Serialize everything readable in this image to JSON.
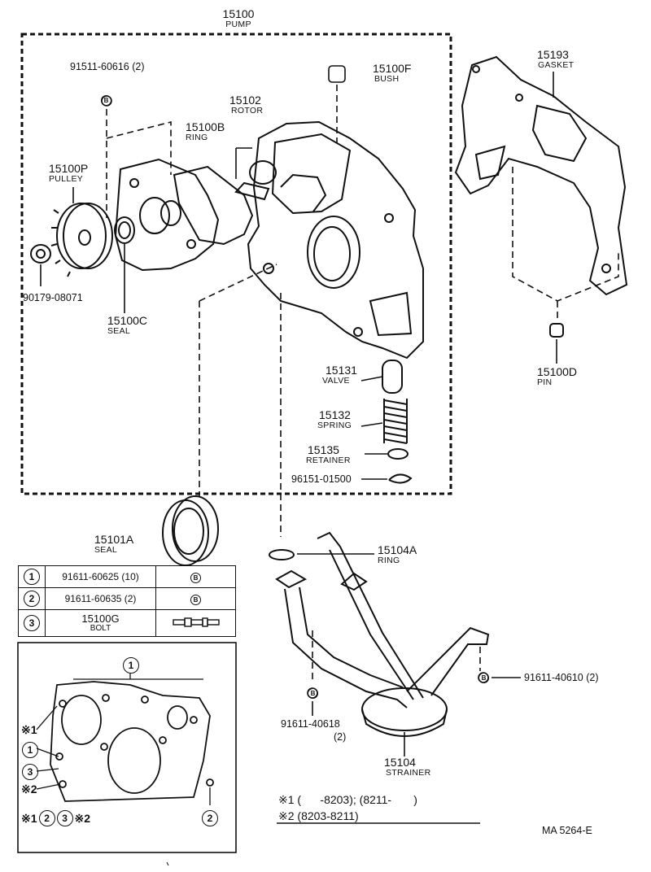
{
  "labels": {
    "pump": {
      "num": "15100",
      "name": "PUMP"
    },
    "bolt_top": {
      "num": "91511-60616 (2)"
    },
    "bush": {
      "num": "15100F",
      "name": "BUSH"
    },
    "gasket": {
      "num": "15193",
      "name": "GASKET"
    },
    "rotor": {
      "num": "15102",
      "name": "ROTOR"
    },
    "ring_b": {
      "num": "15100B",
      "name": "RING"
    },
    "pulley": {
      "num": "15100P",
      "name": "PULLEY"
    },
    "nut": {
      "num": "90179-08071"
    },
    "seal_c": {
      "num": "15100C",
      "name": "SEAL"
    },
    "pin": {
      "num": "15100D",
      "name": "PIN"
    },
    "valve": {
      "num": "15131",
      "name": "VALVE"
    },
    "spring": {
      "num": "15132",
      "name": "SPRING"
    },
    "retainer": {
      "num": "15135",
      "name": "RETAINER"
    },
    "clip": {
      "num": "96151-01500"
    },
    "seal_a": {
      "num": "15101A",
      "name": "SEAL"
    },
    "ring_a": {
      "num": "15104A",
      "name": "RING"
    },
    "bolt_right": {
      "num": "91611-40610 (2)"
    },
    "bolt_strainer": {
      "num": "91611-40618",
      "qty": "(2)"
    },
    "strainer": {
      "num": "15104",
      "name": "STRAINER"
    }
  },
  "legend": {
    "rows": [
      {
        "idx": "1",
        "part": "91611-60625 (10)",
        "mark": "B"
      },
      {
        "idx": "2",
        "part": "91611-60635 (2)",
        "mark": "B"
      },
      {
        "idx": "3",
        "part": "15100G",
        "sub": "BOLT",
        "mark": ""
      }
    ]
  },
  "callouts": {
    "c1_top": "1",
    "c_star1": "※1",
    "c_1": "1",
    "c_3": "3",
    "c_star2": "※2",
    "c_2": "2",
    "bottom_seq": [
      "※1",
      "2",
      "3",
      "※2"
    ]
  },
  "footnotes": {
    "line1": "※1 (      -8203); (8211-       )",
    "line2": "※2 (8203-8211)"
  },
  "figure_code": "MA 5264-E",
  "bolt_mark": "B"
}
